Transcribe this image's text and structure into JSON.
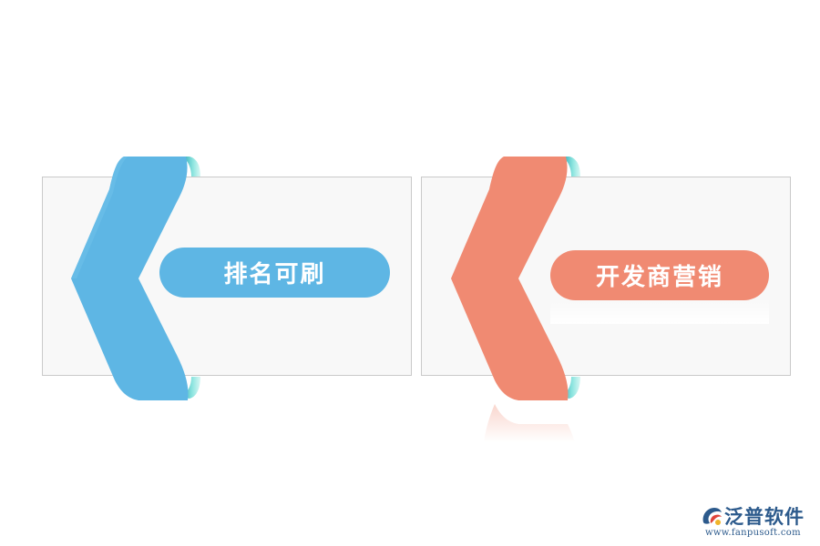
{
  "panels": [
    {
      "label": "排名可刷",
      "color": "#5eb6e4",
      "fold_color": "#5fd3d0"
    },
    {
      "label": "开发商营销",
      "color": "#f08a72",
      "fold_color": "#5fd3d0"
    }
  ],
  "brand": {
    "name": "泛普软件",
    "url": "www.fanpusoft.com",
    "color": "#2c5a8c",
    "logo_icon": "fanpu-logo-icon"
  }
}
